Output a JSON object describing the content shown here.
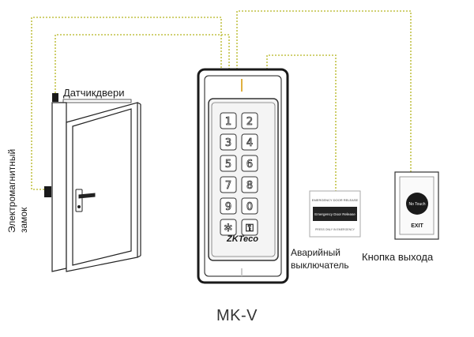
{
  "labels": {
    "door_sensor": "Датчикдвери",
    "em_lock_line1": "Электромагнитный",
    "em_lock_line2": "замок",
    "emergency_line1": "Аварийный",
    "emergency_line2": "выключатель",
    "exit_button": "Кнопка выхода",
    "model": "MK-V"
  },
  "keypad": {
    "keys": [
      "1",
      "2",
      "3",
      "4",
      "5",
      "6",
      "7",
      "8",
      "9",
      "0",
      "✲",
      "⚿"
    ],
    "brand": "ZKTeco"
  },
  "exit_device": {
    "face_text": "No Touch",
    "caption": "EXIT"
  },
  "emergency_device": {
    "header": "EMERGENCY DOOR RELEASE",
    "band": "Emergency Door Release",
    "foot": "PRESS ONLY IN EMERGENCY"
  },
  "colors": {
    "wire": "#c2c247",
    "outline": "#222222",
    "panel": "#f4f4f4"
  }
}
